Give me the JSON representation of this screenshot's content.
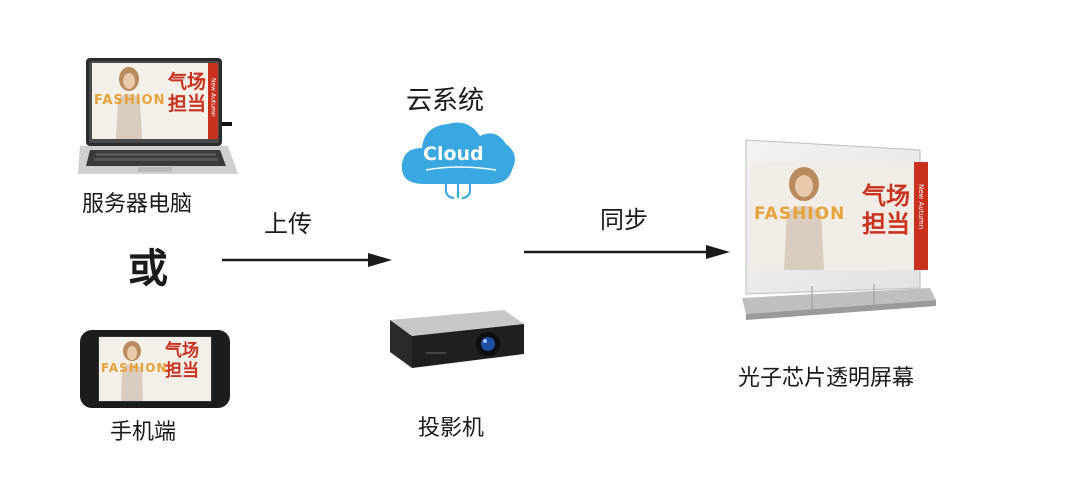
{
  "nodes": {
    "server": {
      "label": "服务器电脑"
    },
    "or": {
      "label": "或"
    },
    "phone": {
      "label": "手机端"
    },
    "cloud_system": {
      "label": "云系统",
      "badge": "Cloud"
    },
    "projector": {
      "label": "投影机"
    },
    "screen": {
      "label": "光子芯片透明屏幕"
    }
  },
  "edges": {
    "upload": {
      "label": "上传"
    },
    "sync": {
      "label": "同步"
    }
  },
  "ad": {
    "fashion_text": "FASHION",
    "cn_line1": "气场",
    "cn_line2": "担当",
    "strip_text": "New Autumn"
  },
  "colors": {
    "arrow": "#1a1a1a",
    "cloud": "#3aa8e0",
    "ad_accent": "#c8321f",
    "ad_gold": "#e8a23a"
  }
}
